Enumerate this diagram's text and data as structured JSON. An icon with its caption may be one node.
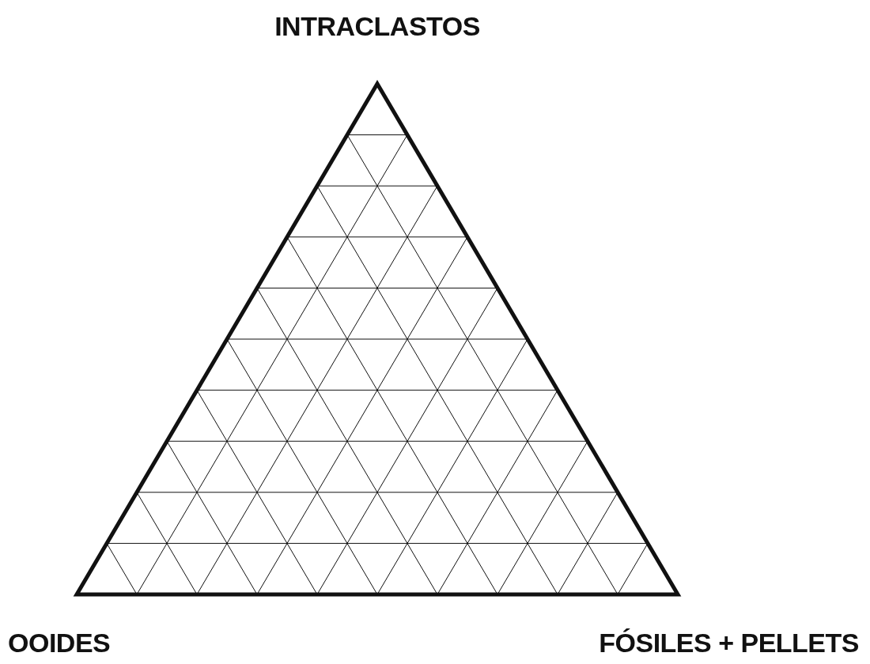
{
  "diagram": {
    "labels": [
      "INTRACLASTOS",
      "OOIDES",
      "FÓSILES + PELLETS"
    ]
  }
}
